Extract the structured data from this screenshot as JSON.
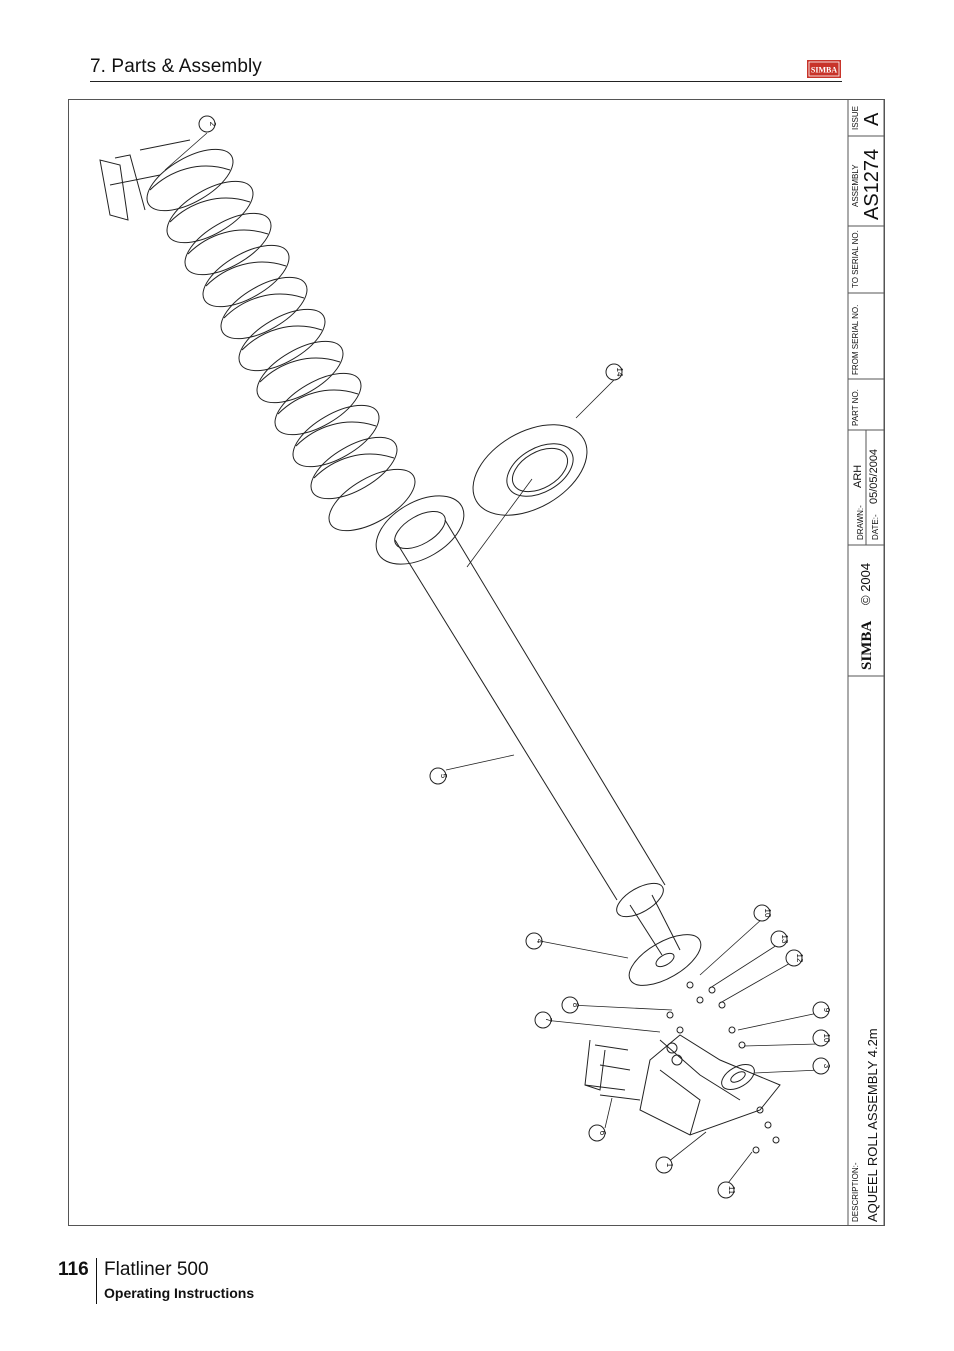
{
  "header": {
    "section_title": "7. Parts & Assembly",
    "logo_text": "SIMBA"
  },
  "title_block": {
    "issue_label": "ISSUE",
    "issue_value": "A",
    "assembly_label": "ASSEMBLY",
    "assembly_value": "AS1274",
    "to_serial_label": "TO SERIAL NO.",
    "from_serial_label": "FROM SERIAL NO.",
    "part_no_label": "PART NO.",
    "drawn_label": "DRAWN:-",
    "drawn_value": "ARH",
    "date_label": "DATE:-",
    "date_value": "05/05/2004",
    "copyright": "© 2004",
    "company": "SIMBA",
    "description_label": "DESCRIPTION:-",
    "description_value": "AQUEEL ROLL ASSEMBLY 4.2m"
  },
  "callouts": [
    "1",
    "2",
    "3",
    "4",
    "5",
    "6",
    "7",
    "8",
    "9",
    "10",
    "10",
    "11",
    "12",
    "13",
    "14"
  ],
  "footer": {
    "page_number": "116",
    "product": "Flatliner 500",
    "subtitle": "Operating Instructions"
  },
  "colors": {
    "logo_red": "#c8342a",
    "line": "#222222"
  }
}
